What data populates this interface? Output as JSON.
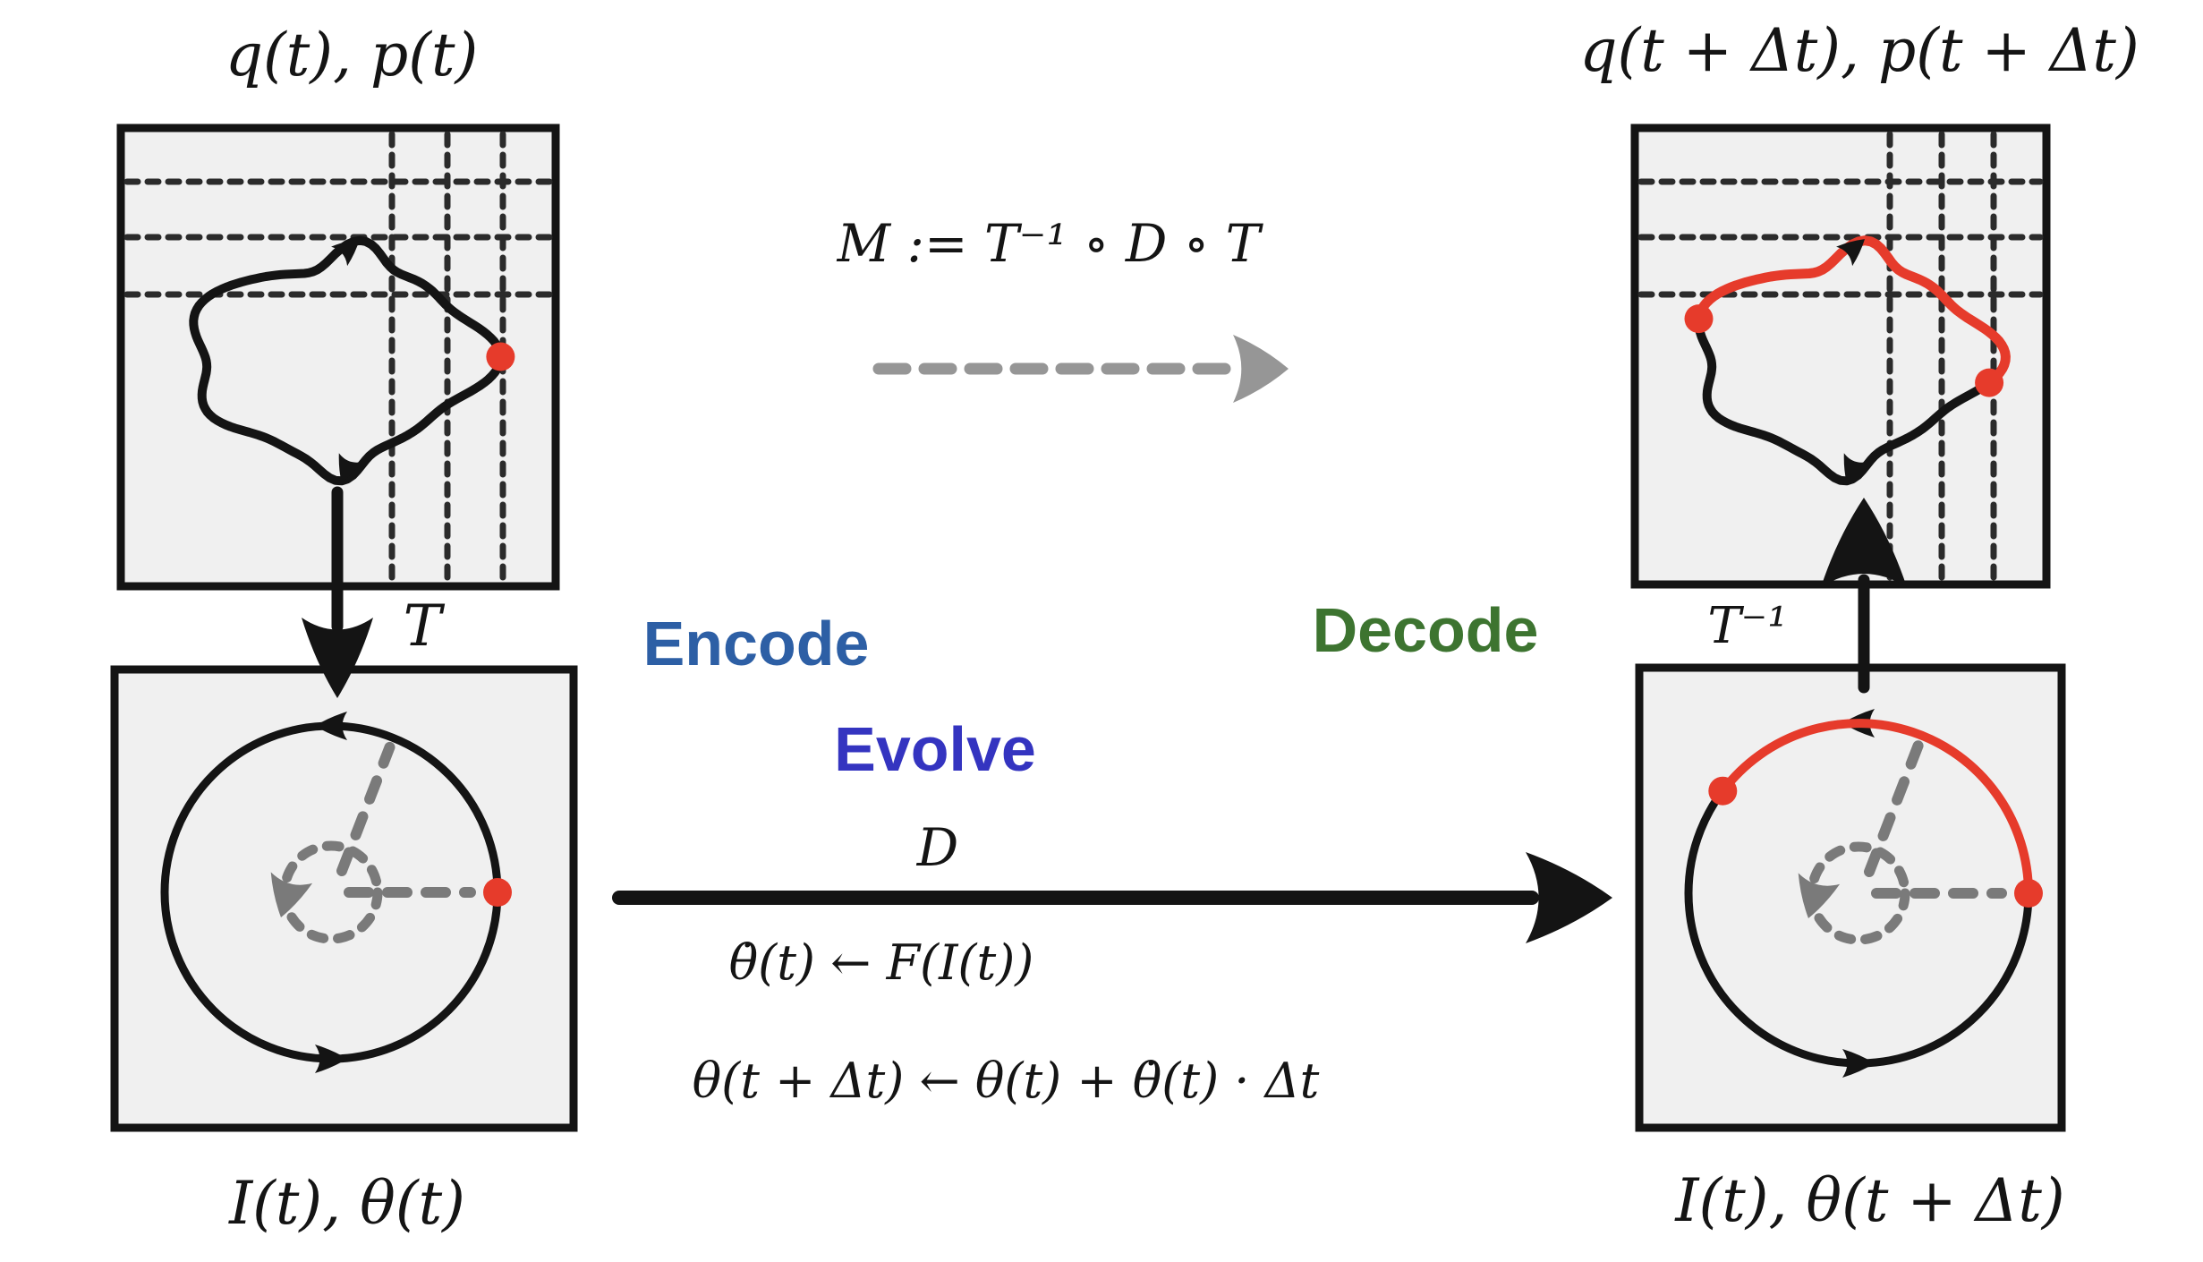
{
  "figure": {
    "map_formula": "M := T⁻¹ ∘ D ∘ T",
    "panels": {
      "top_left": {
        "label": "q(t), p(t)",
        "content": "wavy-phase-space-loop-with-grid-and-red-point"
      },
      "top_right": {
        "label": "q(t + Δt), p(t + Δt)",
        "content": "wavy-phase-space-loop-with-grid-and-red-trajectory-segment"
      },
      "bottom_left": {
        "label": "I(t), θ(t)",
        "content": "action-angle-circle-with-red-point"
      },
      "bottom_right": {
        "label": "I(t), θ(t + Δt)",
        "content": "action-angle-circle-with-red-arc"
      }
    },
    "transforms": {
      "encode": {
        "label": "Encode",
        "symbol": "T"
      },
      "decode": {
        "label": "Decode",
        "symbol": "T⁻¹"
      },
      "evolve": {
        "label": "Evolve",
        "symbol": "D",
        "equations": [
          "θ̇(t) ← F(I(t))",
          "θ(t + Δt) ← θ(t) + θ̇(t) · Δt"
        ]
      }
    },
    "colors": {
      "encode_blue": "#2d5fa5",
      "evolve_blue": "#3434c0",
      "decode_green": "#3d7430",
      "highlight_red": "#e63b2b",
      "panel_fill": "#f0f0f0",
      "line_black": "#141414",
      "guide_gray": "#7a7a7a",
      "map_arrow_gray": "#969696",
      "grid_dark": "#2b2b2b"
    }
  }
}
